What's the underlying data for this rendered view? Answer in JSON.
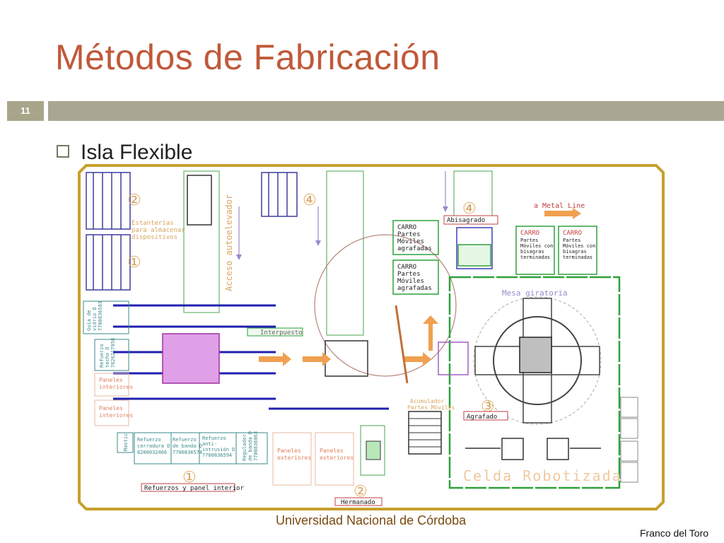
{
  "slide": {
    "title": "Métodos de Fabricación",
    "page_number": "11",
    "bullet": "Isla Flexible",
    "footer_university": "Universidad Nacional de Córdoba",
    "footer_author": "Franco del Toro"
  },
  "diagram": {
    "labels": {
      "estanterias": [
        "Estanterías",
        "para almacenar",
        "dispositivos"
      ],
      "acceso": "Acceso autoelevador",
      "interpuesto": "Interpuesto",
      "carro1": [
        "CARRO",
        "Partes",
        "Móviles",
        "agrafadas"
      ],
      "carro2": [
        "CARRO",
        "Partes",
        "Móviles",
        "agrafadas"
      ],
      "carro3": [
        "CARRO",
        "Partes",
        "Móviles con",
        "bisagras",
        "terminadas"
      ],
      "carro4": [
        "CARRO",
        "Partes",
        "Móviles con",
        "bisagras",
        "terminadas"
      ],
      "abisagrado": "Abisagrado",
      "metal_line": "a Metal Line",
      "mesa": "Mesa giratoria",
      "agrafado": "Agrafado",
      "celda": "Celda Robotizada",
      "acumulador": [
        "Acumulador",
        "Partes Móviles"
      ],
      "hermanado": "Hermanado",
      "refuerzos": "Refuerzos y panel interior",
      "paneles_interiores": [
        "Paneles",
        "interiores"
      ],
      "paneles_exteriores": [
        "Paneles",
        "exteriores"
      ],
      "guia": [
        "Guía de",
        "vidrio D",
        "7700836583"
      ],
      "refuerzo_techo": [
        "Refuerzo",
        "techo D",
        "7626217958"
      ],
      "mastic": "Mastic",
      "ref_cerradura": [
        "Refuerzo",
        "cerradura D",
        "8200032466"
      ],
      "ref_banda": [
        "Refuerzo",
        "de banda D",
        "7700836574"
      ],
      "ref_anti": [
        "Refuerzo",
        "anti-",
        "intrusión D",
        "7700836594"
      ],
      "regulador": [
        "Regulador",
        "de banda D",
        "7700836063"
      ],
      "numbers": [
        "①",
        "②",
        "③",
        "④"
      ]
    }
  }
}
